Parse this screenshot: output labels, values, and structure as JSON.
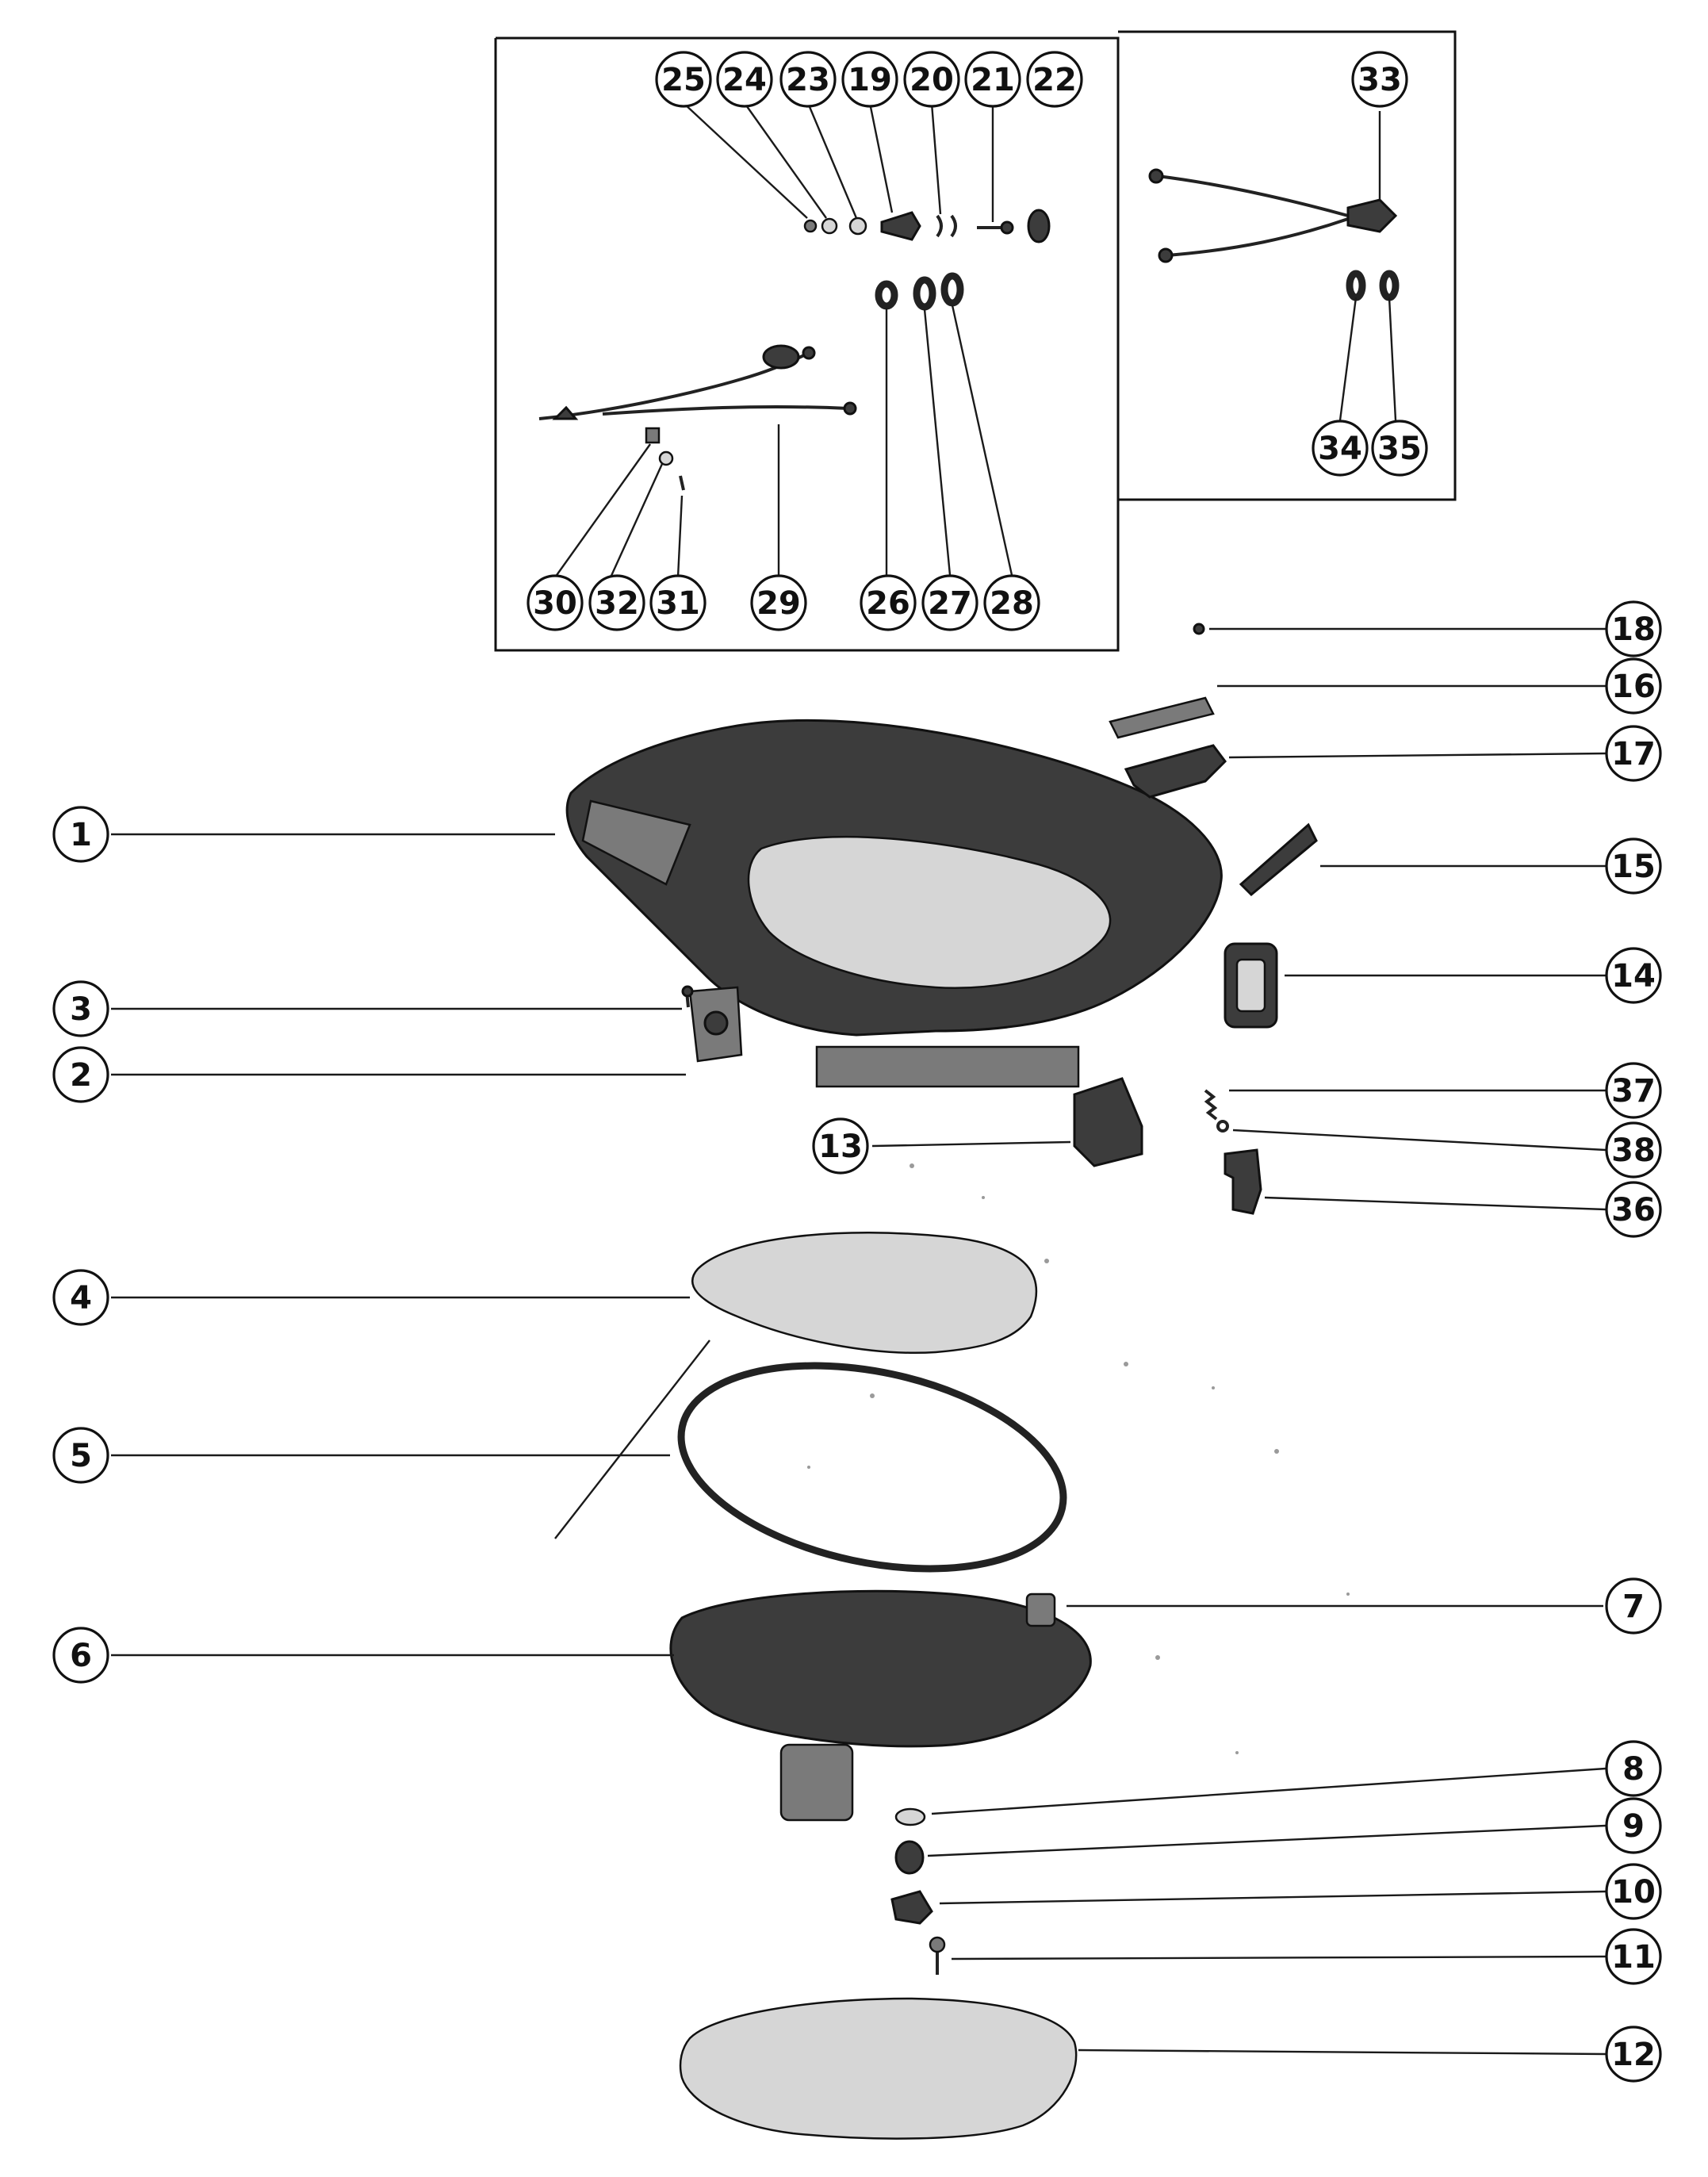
{
  "callouts": [
    "1",
    "2",
    "3",
    "4",
    "5",
    "6",
    "7",
    "8",
    "9",
    "10",
    "11",
    "12",
    "13",
    "14",
    "15",
    "16",
    "17",
    "18",
    "19",
    "20",
    "21",
    "22",
    "23",
    "24",
    "25",
    "26",
    "27",
    "28",
    "29",
    "30",
    "31",
    "32",
    "33",
    "34",
    "35",
    "36",
    "37",
    "38"
  ],
  "colors": {
    "ink": "#111111",
    "part_dark": "#3c3c3c",
    "part_mid": "#7a7a7a",
    "part_light": "#d6d6d6",
    "background": "#ffffff"
  }
}
